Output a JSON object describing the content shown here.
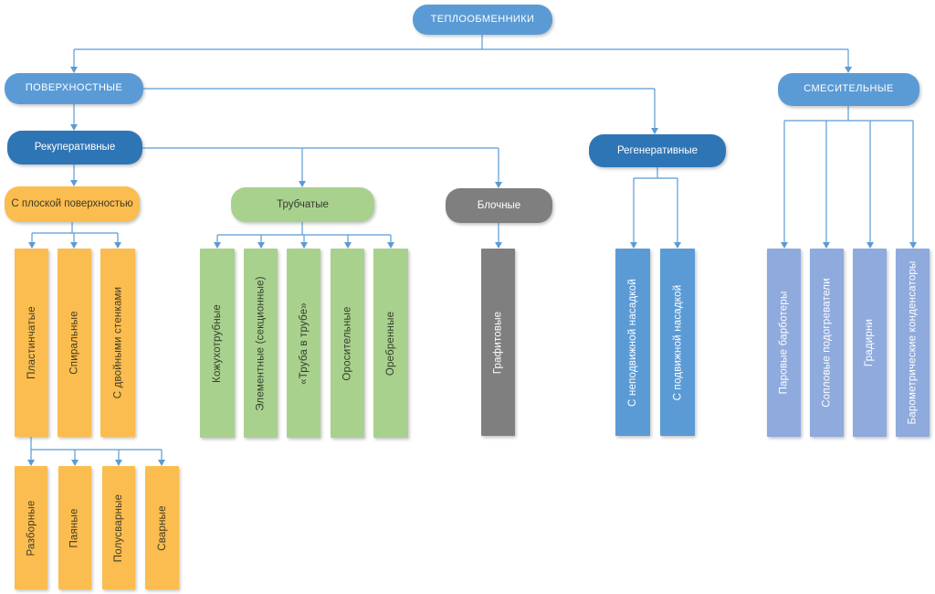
{
  "diagram_title": "ТЕПЛООБМЕННИКИ",
  "colors": {
    "level1_blue": "#5B9BD5",
    "level2_dark_blue": "#2E75B6",
    "orange_branch": "#FBBD4F",
    "green_branch": "#A9D18E",
    "gray_branch": "#7F7F7F",
    "periwinkle_branch": "#8FAADC",
    "connector_line": "#5B9BD5"
  },
  "nodes": {
    "root": "ТЕПЛООБМЕННИКИ",
    "surface": "ПОВЕРХНОСТНЫЕ",
    "mixing": "СМЕСИТЕЛЬНЫЕ",
    "recuperative": "Рекуперативные",
    "regenerative": "Регенеративные",
    "flat_surface": "С плоской поверхностью",
    "tubular": "Трубчатые",
    "block": "Блочные",
    "flat_types": [
      "Пластинчатые",
      "Спиральные",
      "С двойными стенками"
    ],
    "plate_types": [
      "Разборные",
      "Паяные",
      "Полусварные",
      "Сварные"
    ],
    "tubular_types": [
      "Кожухотрубные",
      "Элементные (секционные)",
      "«Труба в трубе»",
      "Оросительные",
      "Оребренные"
    ],
    "block_types": [
      "Графитовые"
    ],
    "regenerative_types": [
      "С неподвижной насадкой",
      "С подвижной насадкой"
    ],
    "mixing_types": [
      "Паровые барботеры",
      "Сопловые подогреватели",
      "Градирни",
      "Барометрические конденсаторы"
    ]
  }
}
